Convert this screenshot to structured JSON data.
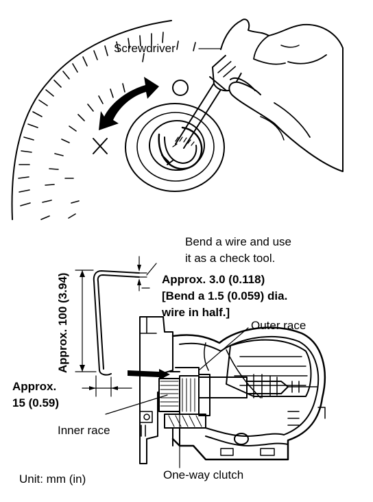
{
  "labels": {
    "screwdriver": "Screwdriver",
    "bend_wire_line1": "Bend a wire and use",
    "bend_wire_line2": "it as a check tool.",
    "approx_3_0": "Approx. 3.0 (0.118)",
    "bend_dia_line1": "[Bend a 1.5 (0.059) dia.",
    "bend_dia_line2": "wire in half.]",
    "outer_race": "Outer race",
    "approx_100": "Approx. 100 (3.94)",
    "approx_15_line1": "Approx.",
    "approx_15_line2": "15 (0.59)",
    "inner_race": "Inner race",
    "one_way_clutch": "One-way clutch",
    "unit": "Unit: mm (in)"
  },
  "colors": {
    "ink": "#000000",
    "paper": "#ffffff"
  }
}
